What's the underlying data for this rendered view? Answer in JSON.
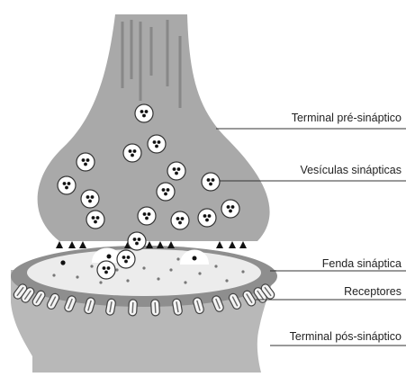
{
  "labels": {
    "pre_terminal": "Terminal pré-sináptico",
    "vesicles": "Vesículas sinápticas",
    "cleft": "Fenda sináptica",
    "receptors": "Receptores",
    "post_terminal": "Terminal pós-sináptico"
  },
  "colors": {
    "pre_fill": "#a9a9a9",
    "post_fill": "#b8b8b8",
    "post_rim": "#8e8e8e",
    "cleft_fill": "#ececec",
    "vesicle_fill": "#ffffff",
    "dot": "#111111",
    "leader": "#333333"
  },
  "counts": {
    "vesicles": 17,
    "receptors": 16
  }
}
